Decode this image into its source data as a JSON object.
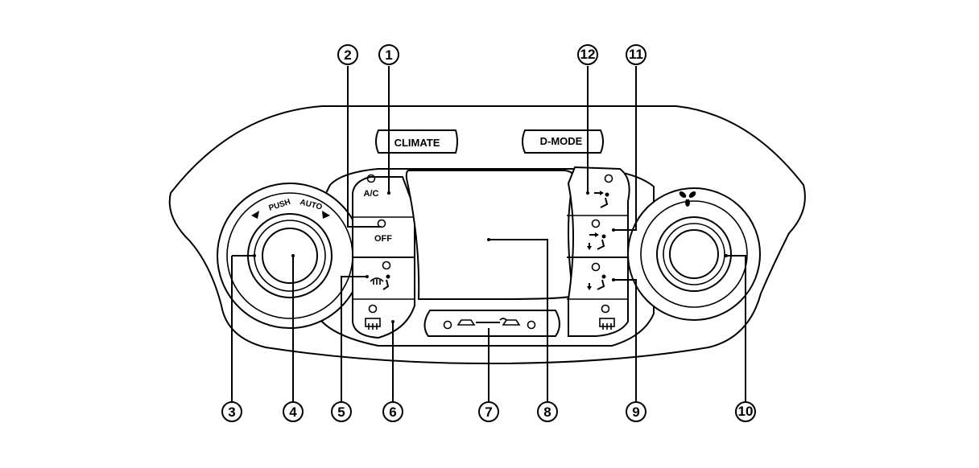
{
  "panel": {
    "climate_label": "CLIMATE",
    "dmode_label": "D-MODE",
    "ac_label": "A/C",
    "off_label": "OFF",
    "push_label": "PUSH",
    "auto_label": "AUTO"
  },
  "callouts": [
    {
      "id": "1",
      "glyph": "①"
    },
    {
      "id": "2",
      "glyph": "②"
    },
    {
      "id": "3",
      "glyph": "③"
    },
    {
      "id": "4",
      "glyph": "④"
    },
    {
      "id": "5",
      "glyph": "⑤"
    },
    {
      "id": "6",
      "glyph": "⑥"
    },
    {
      "id": "7",
      "glyph": "⑦"
    },
    {
      "id": "8",
      "glyph": "⑧"
    },
    {
      "id": "9",
      "glyph": "⑨"
    },
    {
      "id": "10",
      "glyph": "⑩"
    },
    {
      "id": "11",
      "glyph": "⑪"
    },
    {
      "id": "12",
      "glyph": "⑫"
    }
  ],
  "icons": {
    "fan": "fan-icon",
    "front_defrost": "front-defroster-icon",
    "rear_defrost": "rear-defroster-icon",
    "recirc": "air-recirculation-icon",
    "vent_face": "vent-face-icon",
    "vent_bilevel": "vent-bilevel-icon",
    "vent_foot": "vent-foot-icon",
    "foot_defrost": "foot-defrost-icon"
  }
}
